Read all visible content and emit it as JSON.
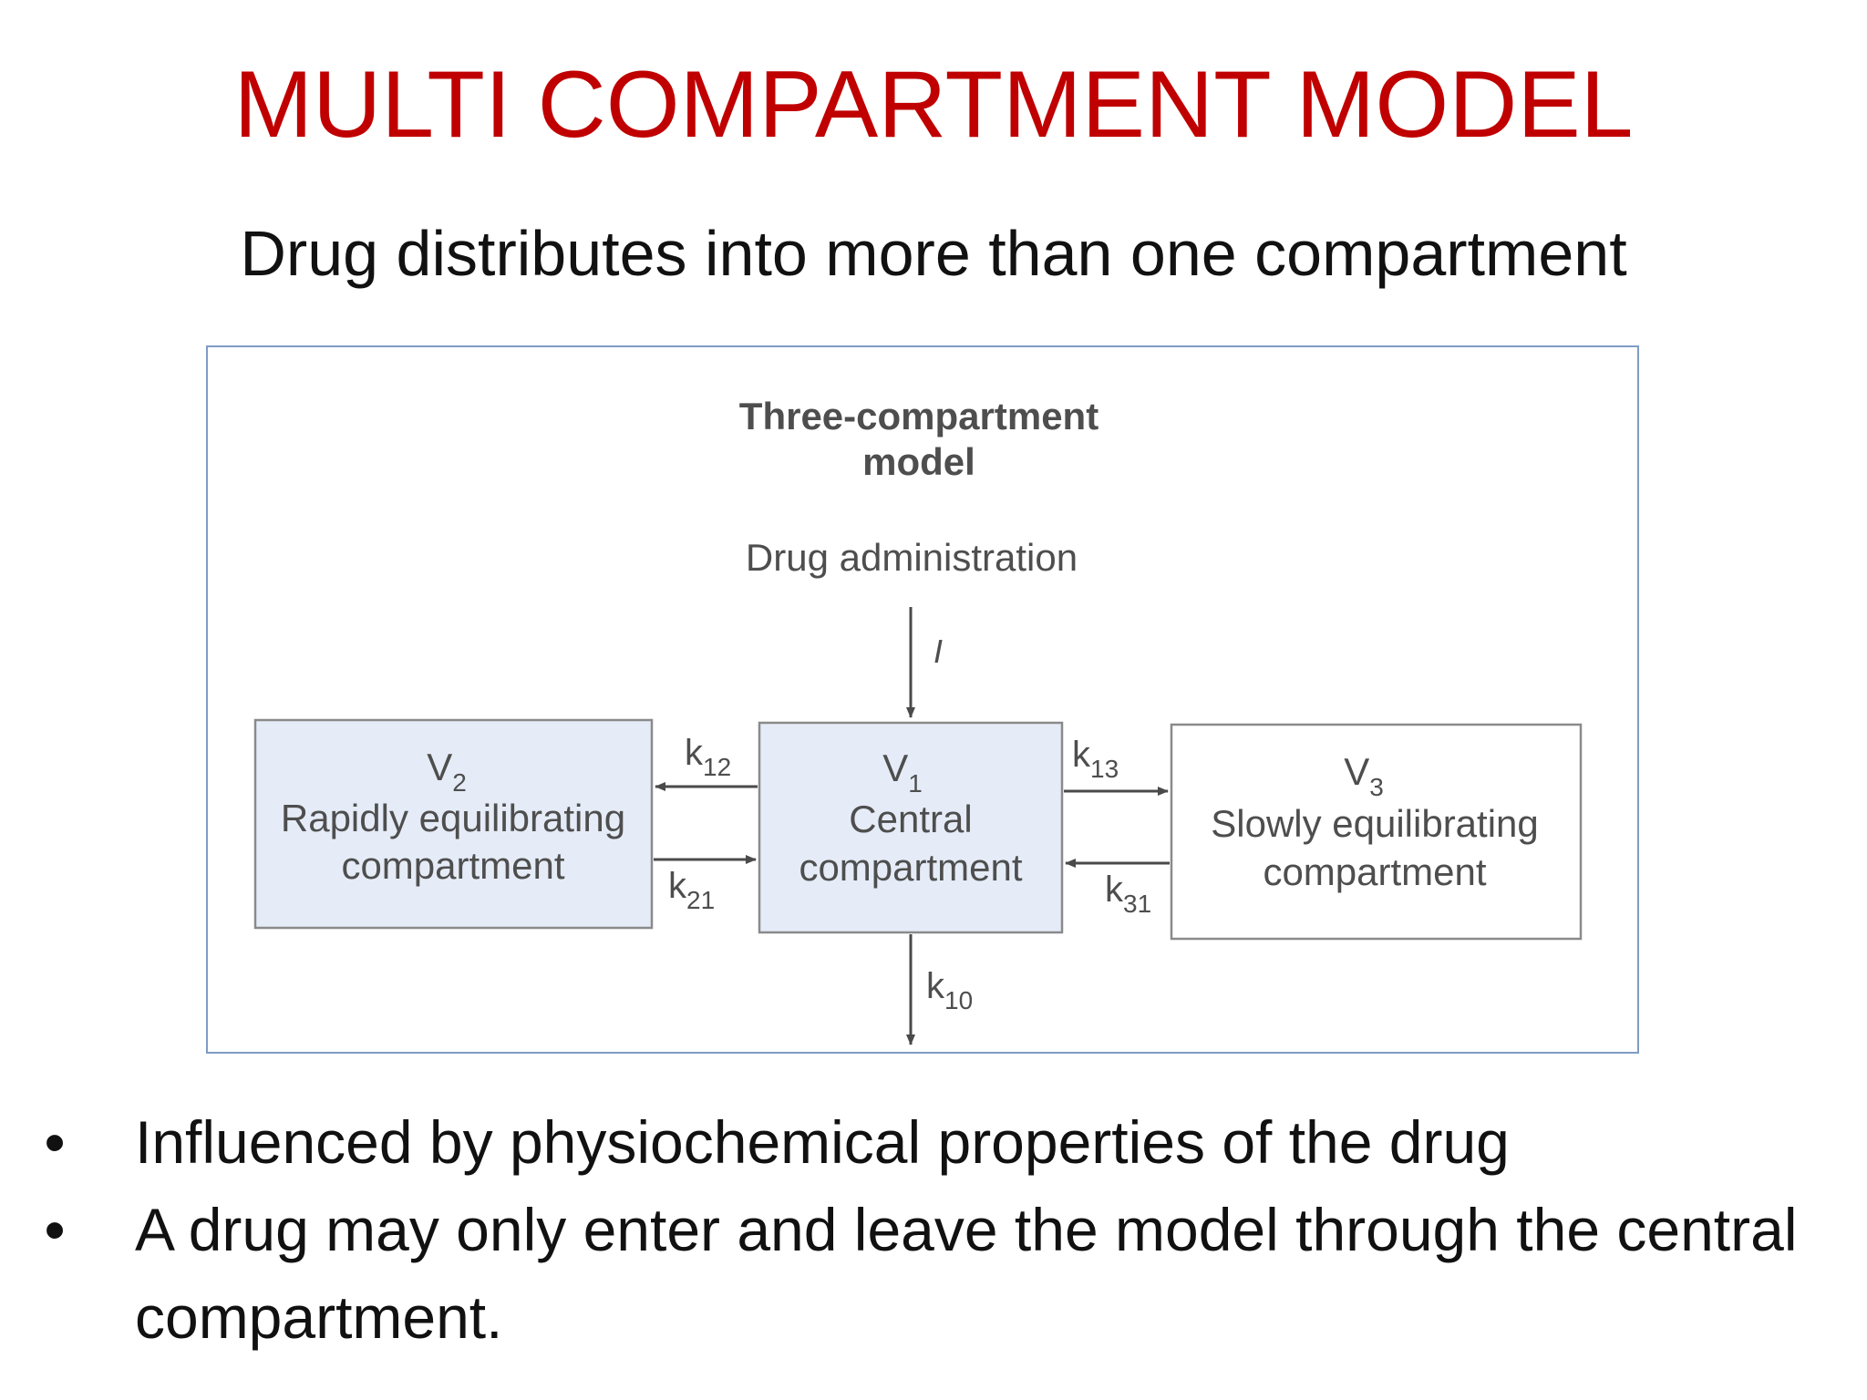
{
  "slide": {
    "title": "MULTI COMPARTMENT MODEL",
    "subtitle": "Drug distributes into more than one compartment"
  },
  "diagram": {
    "title_line1": "Three-compartment",
    "title_line2": "model",
    "administration_label": "Drug administration",
    "infusion_label": "I",
    "compartments": {
      "v2": {
        "symbol": "V",
        "sub": "2",
        "line1": "Rapidly equilibrating",
        "line2": "compartment"
      },
      "v1": {
        "symbol": "V",
        "sub": "1",
        "line1": "Central",
        "line2": "compartment"
      },
      "v3": {
        "symbol": "V",
        "sub": "3",
        "line1": "Slowly equilibrating",
        "line2": "compartment"
      }
    },
    "rate_constants": {
      "k12": {
        "symbol": "k",
        "sub": "12"
      },
      "k21": {
        "symbol": "k",
        "sub": "21"
      },
      "k13": {
        "symbol": "k",
        "sub": "13"
      },
      "k31": {
        "symbol": "k",
        "sub": "31"
      },
      "k10": {
        "symbol": "k",
        "sub": "10"
      }
    }
  },
  "bullets": [
    {
      "marker": "•",
      "text": "Influenced by physiochemical properties of the drug"
    },
    {
      "marker": "•",
      "text": "A drug may only enter and leave the model through the central compartment."
    }
  ]
}
